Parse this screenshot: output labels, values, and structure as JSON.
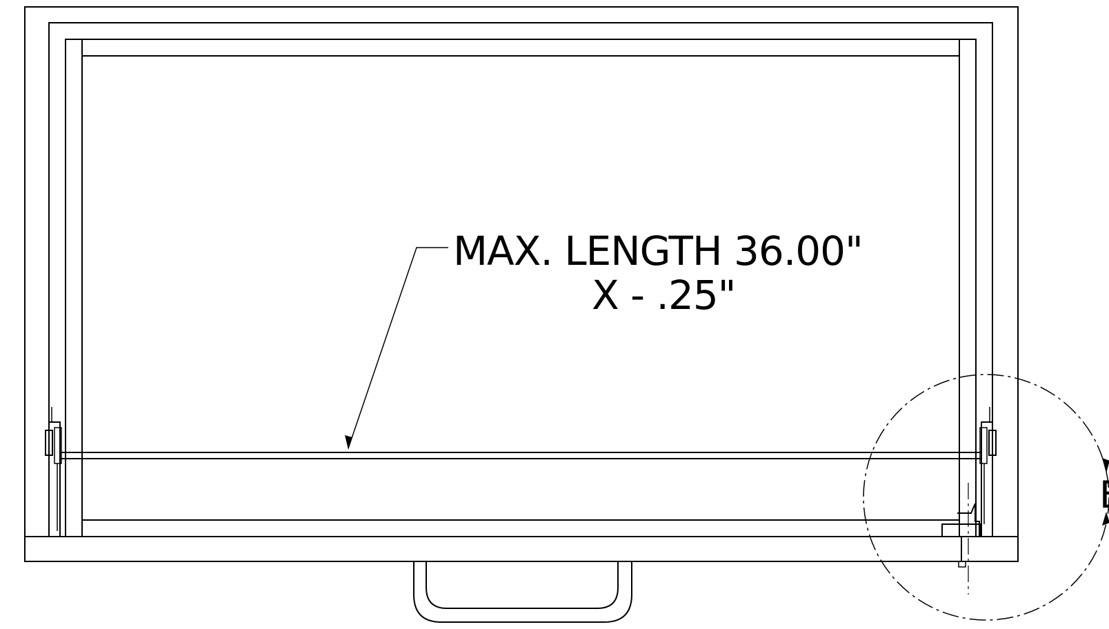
{
  "annotation": {
    "line1": "MAX. LENGTH 36.00\"",
    "line2": "X - .25\""
  },
  "detail_callout": {
    "label": "B"
  },
  "colors": {
    "line": "#000000",
    "background": "#ffffff"
  }
}
